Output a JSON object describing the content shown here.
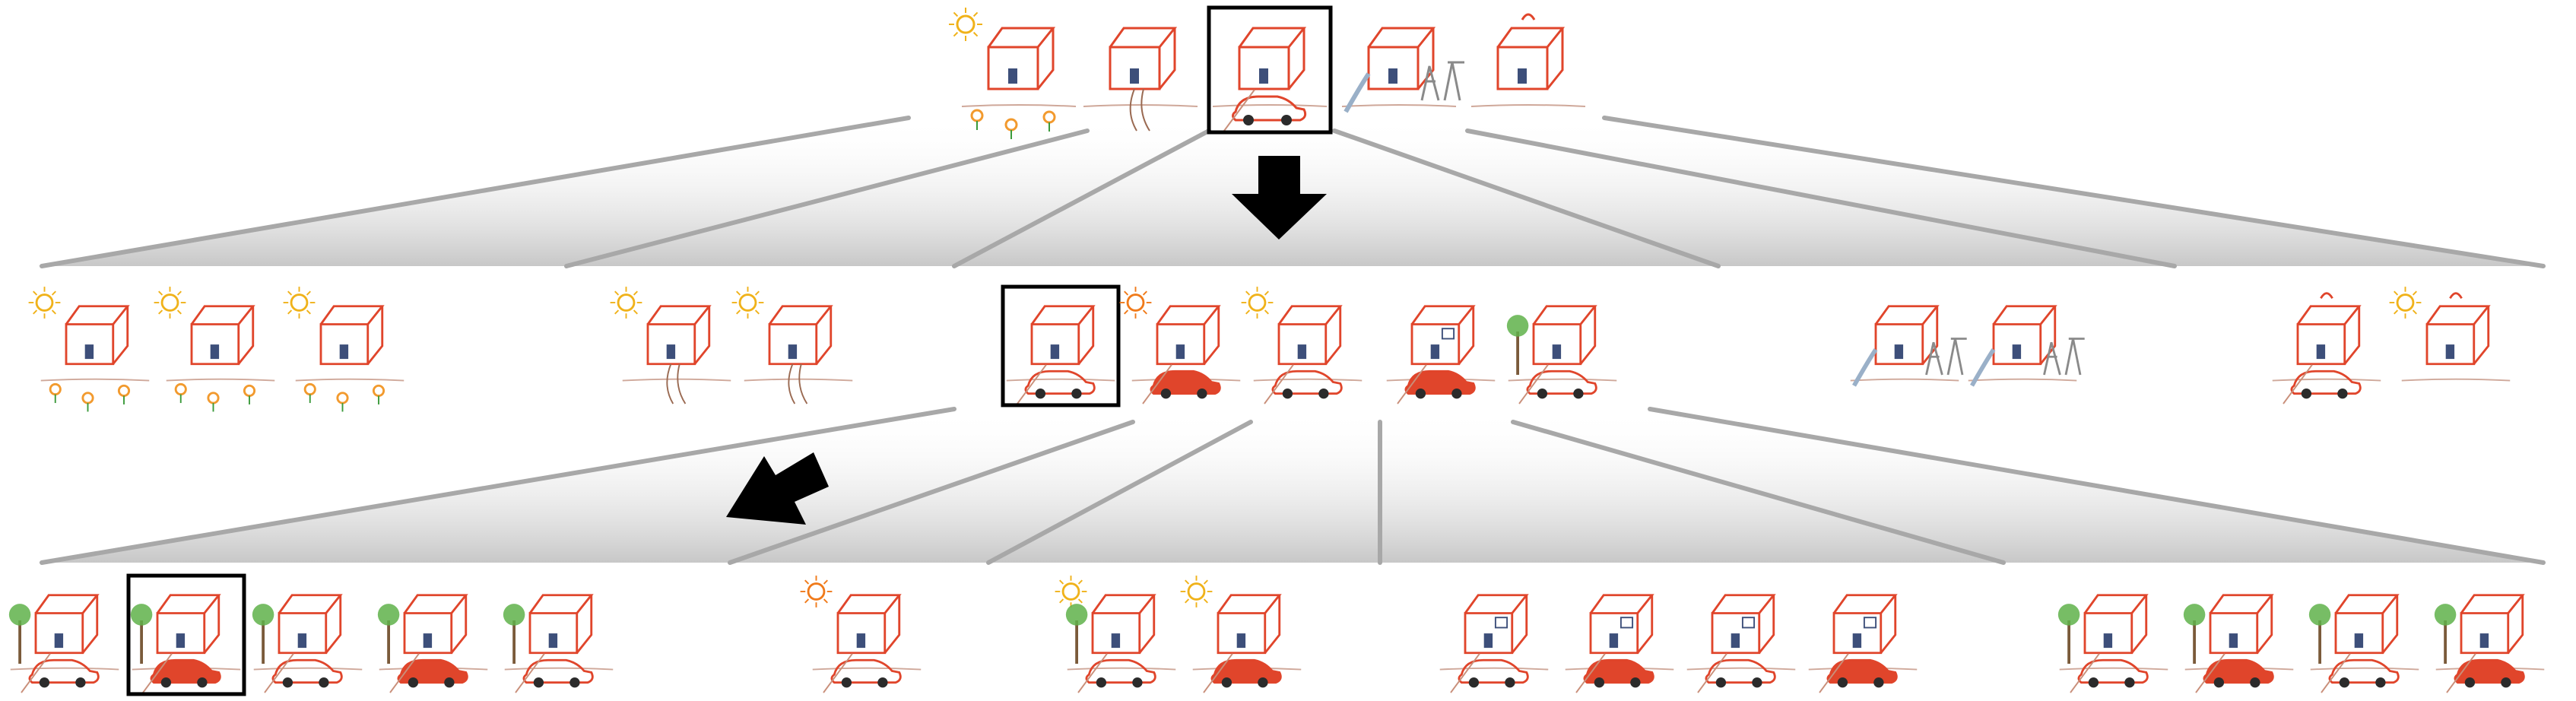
{
  "diagram": {
    "kind": "hierarchical-sketch-tree",
    "levels": [
      {
        "name": "level-1",
        "groups": [
          {
            "name": "root-set",
            "drawings": [
              "house-sun-flowers",
              "house-path-roof",
              "house-car",
              "house-swing-slide",
              "house-bag-handle"
            ],
            "selected": 2
          }
        ]
      },
      {
        "name": "level-2",
        "groups": [
          {
            "name": "branch-sun-flowers",
            "drawings": [
              "house-flowers-a",
              "house-flowers-b",
              "house-flowers-food"
            ]
          },
          {
            "name": "branch-path-roof",
            "drawings": [
              "house-path-sun-a",
              "house-path-sun-b"
            ]
          },
          {
            "name": "branch-car",
            "drawings": [
              "house-car-a",
              "house-car-sun-orange",
              "house-car-sun-yellow",
              "house-car-window",
              "house-car-cactus"
            ],
            "selected": 0
          },
          {
            "name": "branch-swing-slide",
            "drawings": [
              "house-slide-a",
              "house-slide-b"
            ]
          },
          {
            "name": "branch-bag",
            "drawings": [
              "house-bag-car",
              "house-bag-sun"
            ]
          }
        ]
      },
      {
        "name": "level-3",
        "groups": [
          {
            "name": "branch-car-trees",
            "drawings": [
              "car-tree-a",
              "car-tree-b",
              "car-tree-c",
              "car-hedge",
              "car-green-line"
            ],
            "selected": 1
          },
          {
            "name": "branch-car-sun",
            "drawings": [
              "car-sun-orange"
            ]
          },
          {
            "name": "branch-car-sun-yellow",
            "drawings": [
              "car-sun-tree",
              "car-sun-road"
            ]
          },
          {
            "name": "branch-car-windows",
            "drawings": [
              "car-window-a",
              "car-window-b",
              "car-window-c",
              "car-window-d"
            ]
          },
          {
            "name": "branch-car-cactus",
            "drawings": [
              "car-cactus-a",
              "car-cactus-b",
              "car-cactus-c",
              "car-cactus-d"
            ]
          }
        ]
      }
    ],
    "colors": {
      "sketch_line": "#e0452b",
      "door": "#3d4f7a",
      "grass": "#3a9a3a",
      "sun": "#f0b21a",
      "orange_sun": "#f07a1a",
      "connector": "#a8a8a8",
      "arrow": "#000000",
      "highlight_box": "#000000"
    }
  }
}
